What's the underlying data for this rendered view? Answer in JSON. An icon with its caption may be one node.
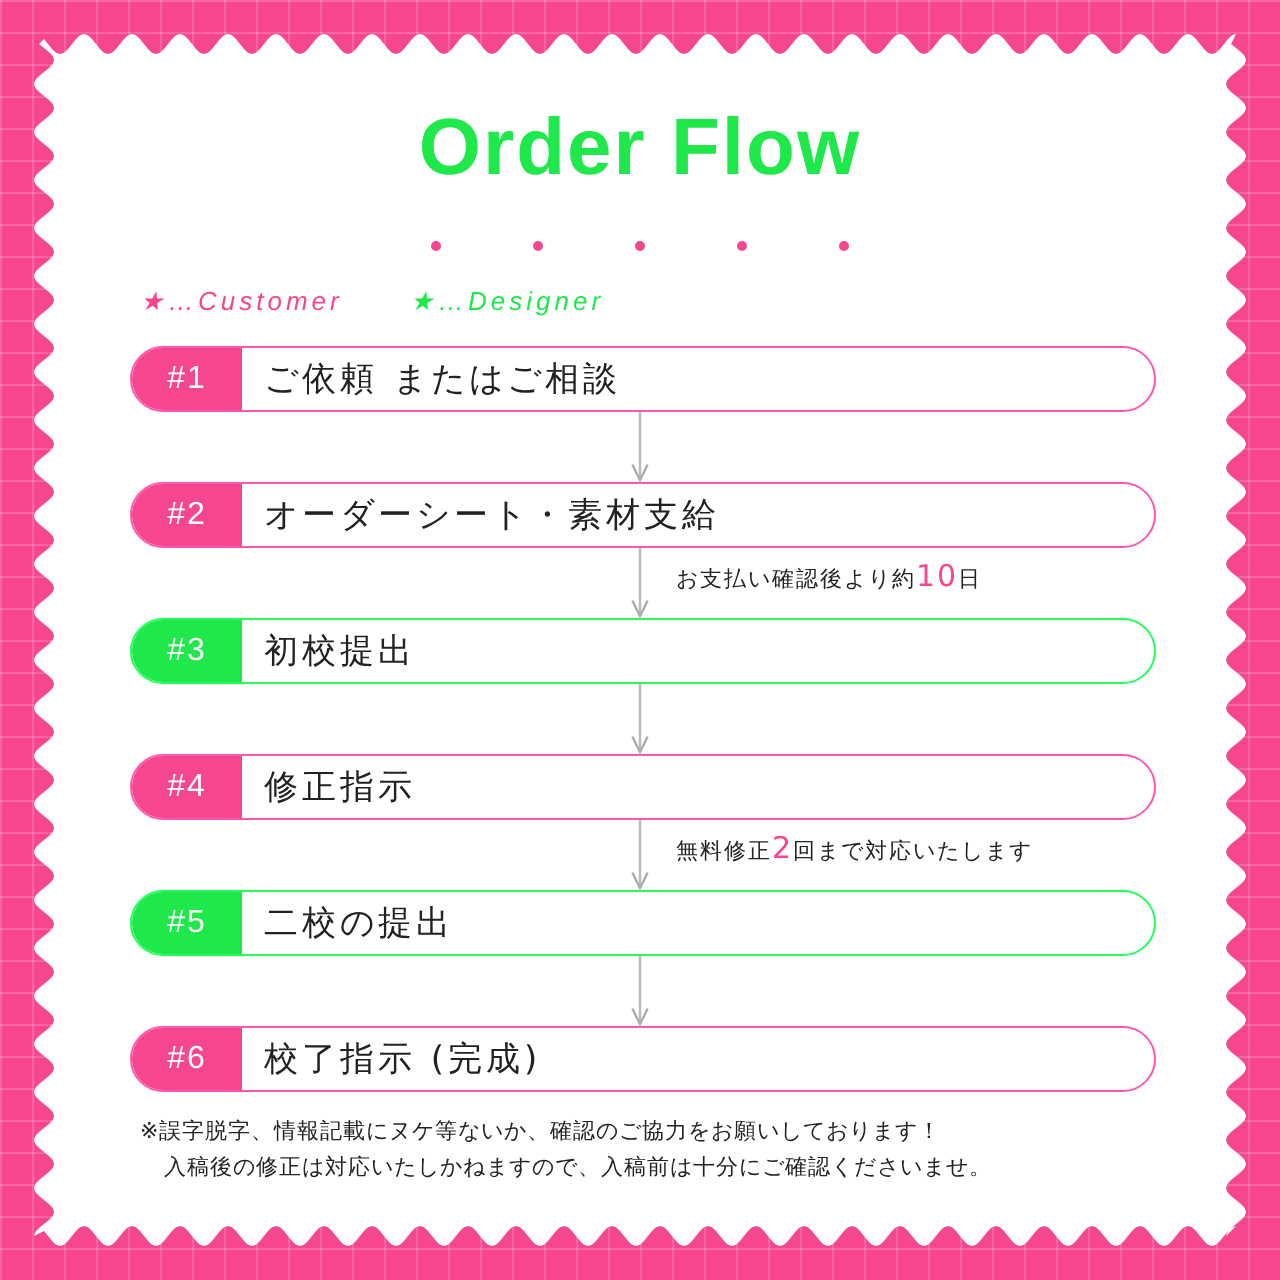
{
  "diagram": {
    "title": "Order Flow",
    "nodes": [
      {
        "text": [
          "#1",
          "ご依頼 またはご相談"
        ]
      },
      {
        "text": [
          "#2",
          "オーダーシート・素材支給"
        ]
      },
      {
        "text": [
          "#3",
          "初校提出"
        ]
      },
      {
        "text": [
          "#4",
          "修正指示"
        ]
      },
      {
        "text": [
          "#5",
          "二校の提出"
        ]
      },
      {
        "text": [
          "#6",
          "校了指示 (完成)"
        ]
      }
    ],
    "edges": [
      {
        "from": 0,
        "to": 1,
        "arrow": "to"
      },
      {
        "from": 1,
        "to": 2,
        "arrow": "to",
        "label": "お支払い確認後より約**10**日"
      },
      {
        "from": 2,
        "to": 3,
        "arrow": "to"
      },
      {
        "from": 3,
        "to": 4,
        "arrow": "to",
        "label": "無料修正**2**回まで対応いたします"
      },
      {
        "from": 4,
        "to": 5,
        "arrow": "to"
      }
    ],
    "labels": [
      "※誤字脱字、情報記載にヌケ等ないか、確認のご協力をお願いしております！",
      "入稿後の修正は対応いたしかねますので、入稿前は十分にご確認くださいませ。"
    ],
    "legend": [
      {
        "text": "★…Customer",
        "color": "#f5468f"
      },
      {
        "text": "★…Designer",
        "color": "#1ee84a"
      }
    ]
  }
}
